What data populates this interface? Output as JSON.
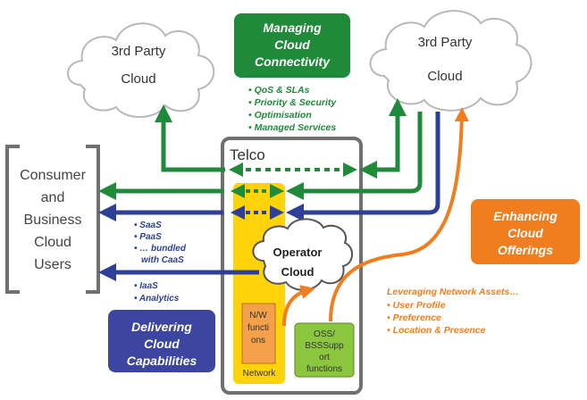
{
  "clouds": {
    "left": {
      "line1": "3rd Party",
      "line2": "Cloud"
    },
    "right": {
      "line1": "3rd Party",
      "line2": "Cloud"
    },
    "operator": {
      "line1": "Operator",
      "line2": "Cloud"
    }
  },
  "boxes": {
    "managing": {
      "line1": "Managing",
      "line2": "Cloud",
      "line3": "Connectivity",
      "color": "#1e8a3a"
    },
    "enhancing": {
      "line1": "Enhancing",
      "line2": "Cloud",
      "line3": "Offerings",
      "color": "#f07d1e"
    },
    "delivering": {
      "line1": "Delivering",
      "line2": "Cloud",
      "line3": "Capabilities",
      "color": "#3c46a0"
    }
  },
  "managing_bullets": [
    "• QoS & SLAs",
    "• Priority & Security",
    "• Optimisation",
    "• Managed Services"
  ],
  "users": {
    "line1": "Consumer",
    "line2": "and",
    "line3": "Business",
    "line4": "Cloud",
    "line5": "Users"
  },
  "telco": {
    "label": "Telco"
  },
  "network_column": {
    "label": "Network"
  },
  "nw_functions": {
    "line1": "N/W",
    "line2": "functi",
    "line3": "ons"
  },
  "oss_functions": {
    "line1": "OSS/",
    "line2": "BSSSupp",
    "line3": "ort",
    "line4": "functions"
  },
  "saas_bullets": [
    "• SaaS",
    "• PaaS",
    "• … bundled",
    "with CaaS"
  ],
  "iaas_bullets": [
    "• IaaS",
    "• Analytics"
  ],
  "leveraging": {
    "title": "Leveraging Network Assets…",
    "items": [
      "• User Profile",
      "• Preference",
      "• Location & Presence"
    ]
  },
  "colors": {
    "green": "#1e8a3a",
    "blue": "#2d3f96",
    "orange": "#f07d1e",
    "yellow": "#ffd20a",
    "gray": "#707070"
  }
}
